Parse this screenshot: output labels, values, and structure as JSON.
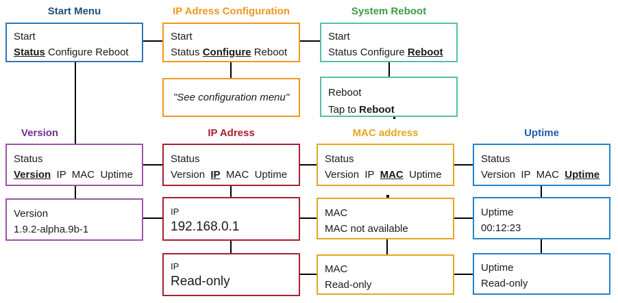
{
  "headers": {
    "start_menu": "Start Menu",
    "ip_config": "IP Adress Configuration",
    "system_reboot": "System Reboot",
    "version": "Version",
    "ip": "IP Adress",
    "mac": "MAC address",
    "uptime": "Uptime"
  },
  "boxes": {
    "start": {
      "line1": "Start",
      "pre": "",
      "em": "Status",
      "post": " Configure Reboot"
    },
    "config": {
      "line1": "Start",
      "pre": "Status ",
      "em": "Configure",
      "post": " Reboot"
    },
    "reboot": {
      "line1": "Start",
      "pre": "Status Configure ",
      "em": "Reboot",
      "post": ""
    },
    "see_config": {
      "text": "\"See configuration menu\""
    },
    "reboot_action": {
      "line1": "Reboot",
      "pre": "Tap to ",
      "em": "Reboot",
      "post": ""
    },
    "version_status": {
      "line1": "Status",
      "pre": "",
      "em": "Version",
      "post": "  IP  MAC  Uptime"
    },
    "ip_status": {
      "line1": "Status",
      "pre": "Version  ",
      "em": "IP",
      "post": "  MAC  Uptime"
    },
    "mac_status": {
      "line1": "Status",
      "pre": "Version  IP  ",
      "em": "MAC",
      "post": "  Uptime"
    },
    "uptime_status": {
      "line1": "Status",
      "pre": "Version  IP  MAC  ",
      "em": "Uptime",
      "post": ""
    },
    "version_value": {
      "label": "Version",
      "value": "1.9.2-alpha.9b-1"
    },
    "ip_value": {
      "label": "IP",
      "value": "192.168.0.1"
    },
    "mac_value": {
      "label": "MAC",
      "value": "MAC not available"
    },
    "uptime_value": {
      "label": "Uptime",
      "value": "00:12:23"
    },
    "ip_readonly": {
      "label": "IP",
      "value": "Read-only"
    },
    "mac_readonly": {
      "label": "MAC",
      "value": "Read-only"
    },
    "uptime_readonly": {
      "label": "Uptime",
      "value": "Read-only"
    }
  },
  "colors": {
    "start_header": "#1F4E79",
    "start_border": "#2E75B6",
    "ip_config": "#F2961D",
    "system_reboot_header": "#3E9B44",
    "system_reboot_border": "#52BFAA",
    "version_header": "#70308F",
    "version_border": "#9C53A6",
    "ip_adress": "#A91E32",
    "mac_address": "#E3A71F",
    "uptime_header": "#1F5BA8",
    "uptime_border": "#2282CB",
    "connector": "#000000"
  }
}
